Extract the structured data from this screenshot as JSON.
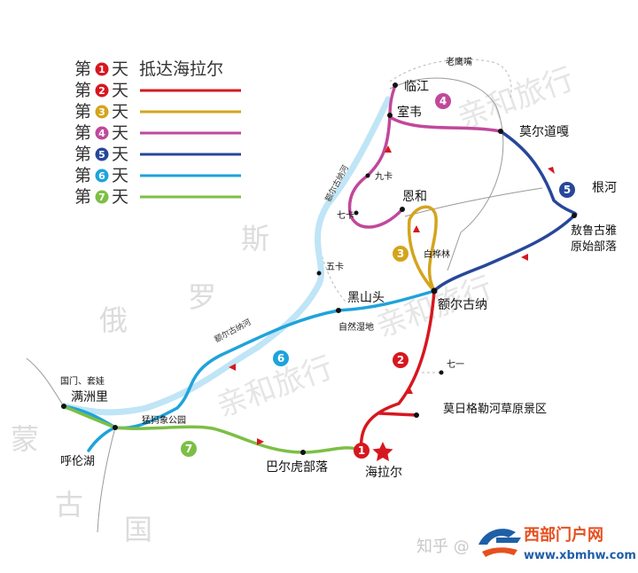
{
  "legend": [
    {
      "prefix": "第",
      "num": "1",
      "suffix": "天",
      "text": "抵达海拉尔",
      "color": "#d7171f"
    },
    {
      "prefix": "第",
      "num": "2",
      "suffix": "天",
      "text": "",
      "color": "#d7171f"
    },
    {
      "prefix": "第",
      "num": "3",
      "suffix": "天",
      "text": "",
      "color": "#d4a41c"
    },
    {
      "prefix": "第",
      "num": "4",
      "suffix": "天",
      "text": "",
      "color": "#c0489a"
    },
    {
      "prefix": "第",
      "num": "5",
      "suffix": "天",
      "text": "",
      "color": "#27479a"
    },
    {
      "prefix": "第",
      "num": "6",
      "suffix": "天",
      "text": "",
      "color": "#1ea3db"
    },
    {
      "prefix": "第",
      "num": "7",
      "suffix": "天",
      "text": "",
      "color": "#7cbf44"
    }
  ],
  "background_labels": {
    "russia_1": "斯",
    "russia_2": "罗",
    "russia_3": "俄",
    "mongolia_1": "蒙",
    "mongolia_2": "古",
    "mongolia_3": "国"
  },
  "places": {
    "hailar": "海拉尔",
    "mori": "莫日格勒河草原景区",
    "qiyi": "七一",
    "eergu": "额尔古纳",
    "baihua": "白桦林",
    "enhe": "恩和",
    "qika": "七卡",
    "jiuka": "九卡",
    "shiwei": "室韦",
    "linjiang": "临江",
    "laoying": "老鹰嘴",
    "moerdao": "莫尔道嘎",
    "genhe": "根河",
    "aoluguya_1": "敖鲁古雅",
    "aoluguya_2": "原始部落",
    "heishan": "黑山头",
    "ziran": "自然湿地",
    "wuka": "五卡",
    "manzhouli": "满洲里",
    "guomen": "国门、套娃",
    "mengma": "猛犸象公园",
    "hulun": "呼伦湖",
    "baerhu": "巴尔虎部落"
  },
  "rivers": {
    "upper": "额尔古纳河",
    "lower": "额尔古纳河"
  },
  "route_badges": [
    "1",
    "2",
    "3",
    "4",
    "5",
    "6",
    "7"
  ],
  "watermarks": {
    "brand": "亲和旅行",
    "zhihu": "知乎 @",
    "site_name": "西部门户网",
    "site_url": "www.xbmhw.com"
  },
  "colors": {
    "day1_red": "#d7171f",
    "day3_gold": "#d4a41c",
    "day4_magenta": "#c0489a",
    "day5_navy": "#27479a",
    "day6_blue": "#1ea3db",
    "day7_green": "#7cbf44",
    "river": "#bfe5f6",
    "site_orange": "#e6501e",
    "site_blue": "#1f5fa8"
  }
}
